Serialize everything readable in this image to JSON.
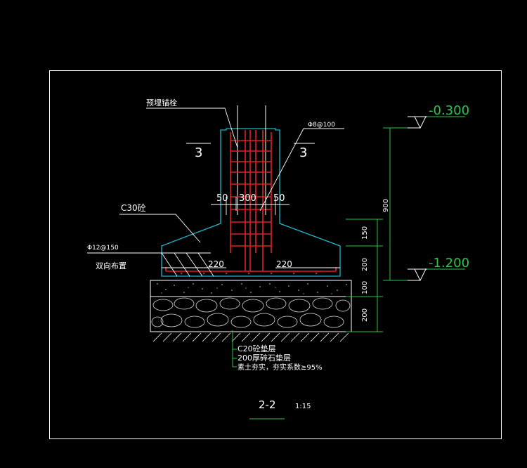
{
  "drawing": {
    "labels": {
      "anchor_bolt": "预埋锚栓",
      "concrete": "C30砼",
      "stirrup": "Φ8@100",
      "bottom_bar": "Φ12@150",
      "two_way": "双向布置",
      "section_left": "3",
      "section_right": "3"
    },
    "dims": {
      "col_left": "50",
      "col_mid": "300",
      "col_right": "50",
      "step_left": "220",
      "step_right": "220",
      "h_total": "900",
      "h_upper": "150",
      "h_lower": "200",
      "h_cushion": "100",
      "h_gravel": "200"
    },
    "elevations": {
      "top": "-0.300",
      "bottom": "-1.200"
    },
    "notes": {
      "line1": "C20砼垫层",
      "line2": "200厚碎石垫层",
      "line3": "素土夯实，夯实系数≥95%"
    },
    "title": {
      "name": "2-2",
      "scale": "1:15"
    },
    "colors": {
      "background": "#000000",
      "border": "#ffffff",
      "outline": "#22b4c8",
      "rebar": "#e02020",
      "dimension": "#29c64a"
    }
  }
}
